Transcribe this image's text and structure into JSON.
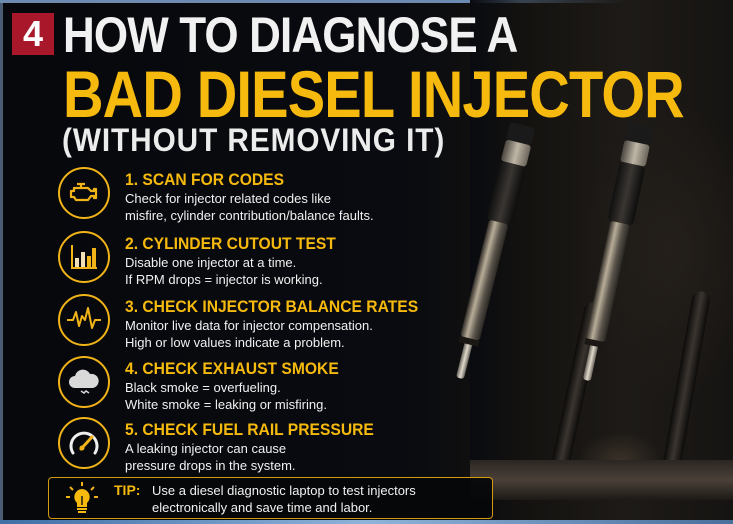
{
  "badge": {
    "number": "4"
  },
  "title": {
    "line1": "HOW TO DIAGNOSE A",
    "line2": "BAD DIESEL INJECTOR",
    "line3": "(WITHOUT REMOVING IT)"
  },
  "colors": {
    "accent_yellow": "#f6b90e",
    "badge_red": "#a8182a",
    "background": "#090b10",
    "text_white": "#f1f1f1"
  },
  "steps": [
    {
      "icon": "check-engine-icon",
      "title": "1. SCAN FOR CODES",
      "line1": "Check for injector related codes like",
      "line2": "misfire, cylinder contribution/balance faults."
    },
    {
      "icon": "bar-chart-icon",
      "title": "2. CYLINDER CUTOUT TEST",
      "line1": "Disable one injector at a time.",
      "line2": "If RPM drops = injector is working."
    },
    {
      "icon": "waveform-icon",
      "title": "3. CHECK INJECTOR BALANCE RATES",
      "line1": "Monitor live data for injector compensation.",
      "line2": "High or low values indicate a problem."
    },
    {
      "icon": "smoke-cloud-icon",
      "title": "4. CHECK EXHAUST SMOKE",
      "line1": "Black smoke = overfueling.",
      "line2": "White smoke = leaking or misfiring."
    },
    {
      "icon": "pressure-gauge-icon",
      "title": "5. CHECK FUEL RAIL PRESSURE",
      "line1": "A leaking injector can cause",
      "line2": "pressure drops in the system."
    }
  ],
  "tip": {
    "icon": "lightbulb-icon",
    "label": "TIP:",
    "line1": "Use a diesel diagnostic laptop to test injectors",
    "line2": "electronically and save time and labor."
  },
  "image": {
    "subject": "diesel-injectors-engine-photo"
  }
}
